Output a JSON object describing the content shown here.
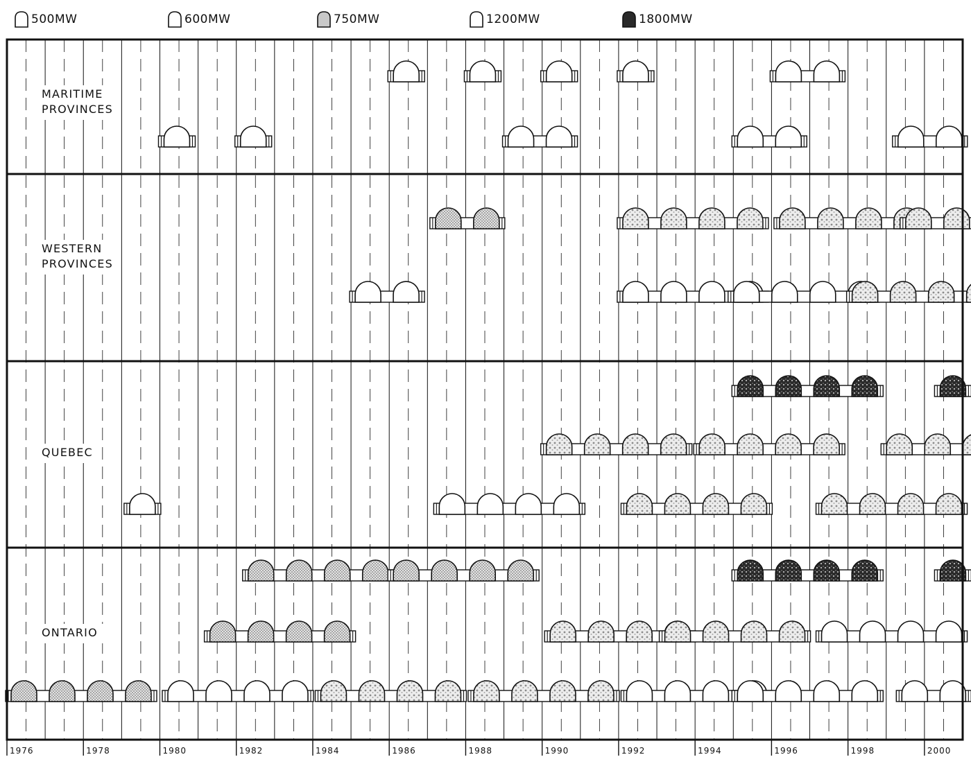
{
  "legend": [
    {
      "label": "500MW",
      "fill": "#ffffff"
    },
    {
      "label": "600MW",
      "fill": "#ffffff"
    },
    {
      "label": "750MW",
      "fill": "#c9c9c9"
    },
    {
      "label": "1200MW",
      "fill": "#ffffff"
    },
    {
      "label": "1800MW",
      "fill": "#2a2a2a"
    }
  ],
  "colors": {
    "line": "#111111",
    "stipple": "#bdbdbd",
    "dark": "#2a2a2a",
    "mottled": "#d6d6d6"
  },
  "timeline": {
    "start_year": 1976,
    "end_year": 2000,
    "year_labels": [
      {
        "year": 1976,
        "text": "1976"
      },
      {
        "year": 1978,
        "text": "1978"
      },
      {
        "year": 1980,
        "text": "1980"
      },
      {
        "year": 1982,
        "text": "1982"
      },
      {
        "year": 1984,
        "text": "1984"
      },
      {
        "year": 1986,
        "text": "1986"
      },
      {
        "year": 1988,
        "text": "1988"
      },
      {
        "year": 1990,
        "text": "1990"
      },
      {
        "year": 1992,
        "text": "1992"
      },
      {
        "year": 1994,
        "text": "1994"
      },
      {
        "year": 1996,
        "text": "1996"
      },
      {
        "year": 1998,
        "text": "1998"
      },
      {
        "year": 2000,
        "text": "2000"
      }
    ]
  },
  "regions": [
    {
      "name": "maritime",
      "lines": [
        "MARITIME",
        "PROVINCES"
      ],
      "stations": [
        {
          "start": 1986.0,
          "units": 1,
          "fill": "white",
          "tier": 0
        },
        {
          "start": 1988.0,
          "units": 1,
          "fill": "white",
          "tier": 0
        },
        {
          "start": 1990.0,
          "units": 1,
          "fill": "white",
          "tier": 0
        },
        {
          "start": 1992.0,
          "units": 1,
          "fill": "white",
          "tier": 0
        },
        {
          "start": 1996.0,
          "units": 2,
          "fill": "white",
          "tier": 0
        },
        {
          "start": 1980.0,
          "units": 1,
          "fill": "white",
          "tier": 1
        },
        {
          "start": 1982.0,
          "units": 1,
          "fill": "white",
          "tier": 1
        },
        {
          "start": 1989.0,
          "units": 2,
          "fill": "white",
          "tier": 1
        },
        {
          "start": 1995.0,
          "units": 2,
          "fill": "white",
          "tier": 1
        },
        {
          "start": 1999.2,
          "units": 2,
          "fill": "white",
          "tier": 1
        }
      ]
    },
    {
      "name": "western",
      "lines": [
        "WESTERN",
        "PROVINCES"
      ],
      "stations": [
        {
          "start": 1987.1,
          "units": 2,
          "fill": "stipple",
          "tier": 0
        },
        {
          "start": 1992.0,
          "units": 4,
          "fill": "mottled",
          "tier": 0
        },
        {
          "start": 1996.1,
          "units": 4,
          "fill": "mottled",
          "tier": 0
        },
        {
          "start": 1999.4,
          "units": 2,
          "fill": "mottled",
          "tier": 0
        },
        {
          "start": 1985.0,
          "units": 2,
          "fill": "white",
          "tier": 1
        },
        {
          "start": 1992.0,
          "units": 4,
          "fill": "white",
          "tier": 1
        },
        {
          "start": 1994.9,
          "units": 4,
          "fill": "white",
          "tier": 1
        },
        {
          "start": 1998.0,
          "units": 4,
          "fill": "mottled",
          "tier": 1
        }
      ]
    },
    {
      "name": "quebec",
      "lines": [
        "QUEBEC"
      ],
      "stations": [
        {
          "start": 1995.0,
          "units": 4,
          "fill": "dark",
          "tier": 0
        },
        {
          "start": 2000.3,
          "units": 1,
          "fill": "dark",
          "tier": 0
        },
        {
          "start": 1990.0,
          "units": 4,
          "fill": "mottled",
          "tier": 1
        },
        {
          "start": 1994.0,
          "units": 4,
          "fill": "mottled",
          "tier": 1
        },
        {
          "start": 1998.9,
          "units": 4,
          "fill": "mottled",
          "tier": 1
        },
        {
          "start": 1979.1,
          "units": 1,
          "fill": "white",
          "tier": 2
        },
        {
          "start": 1987.2,
          "units": 4,
          "fill": "white",
          "tier": 2
        },
        {
          "start": 1992.1,
          "units": 4,
          "fill": "mottled",
          "tier": 2
        },
        {
          "start": 1997.2,
          "units": 4,
          "fill": "mottled",
          "tier": 2
        }
      ]
    },
    {
      "name": "ontario",
      "lines": [
        "ONTARIO"
      ],
      "stations": [
        {
          "start": 1982.2,
          "units": 4,
          "fill": "stipple",
          "tier": 0
        },
        {
          "start": 1986.0,
          "units": 4,
          "fill": "stipple",
          "tier": 0
        },
        {
          "start": 1995.0,
          "units": 4,
          "fill": "dark",
          "tier": 0
        },
        {
          "start": 2000.3,
          "units": 1,
          "fill": "dark",
          "tier": 0
        },
        {
          "start": 1981.2,
          "units": 4,
          "fill": "stipple",
          "tier": 1
        },
        {
          "start": 1990.1,
          "units": 4,
          "fill": "mottled",
          "tier": 1
        },
        {
          "start": 1993.1,
          "units": 4,
          "fill": "mottled",
          "tier": 1
        },
        {
          "start": 1997.2,
          "units": 4,
          "fill": "white",
          "tier": 1
        },
        {
          "start": 1976.0,
          "units": 4,
          "fill": "stipple",
          "tier": 2
        },
        {
          "start": 1980.1,
          "units": 4,
          "fill": "white",
          "tier": 2
        },
        {
          "start": 1984.1,
          "units": 4,
          "fill": "mottled",
          "tier": 2
        },
        {
          "start": 1988.1,
          "units": 4,
          "fill": "mottled",
          "tier": 2
        },
        {
          "start": 1992.1,
          "units": 4,
          "fill": "white",
          "tier": 2
        },
        {
          "start": 1995.0,
          "units": 4,
          "fill": "white",
          "tier": 2
        },
        {
          "start": 1999.3,
          "units": 2,
          "fill": "white",
          "tier": 2
        }
      ]
    }
  ]
}
